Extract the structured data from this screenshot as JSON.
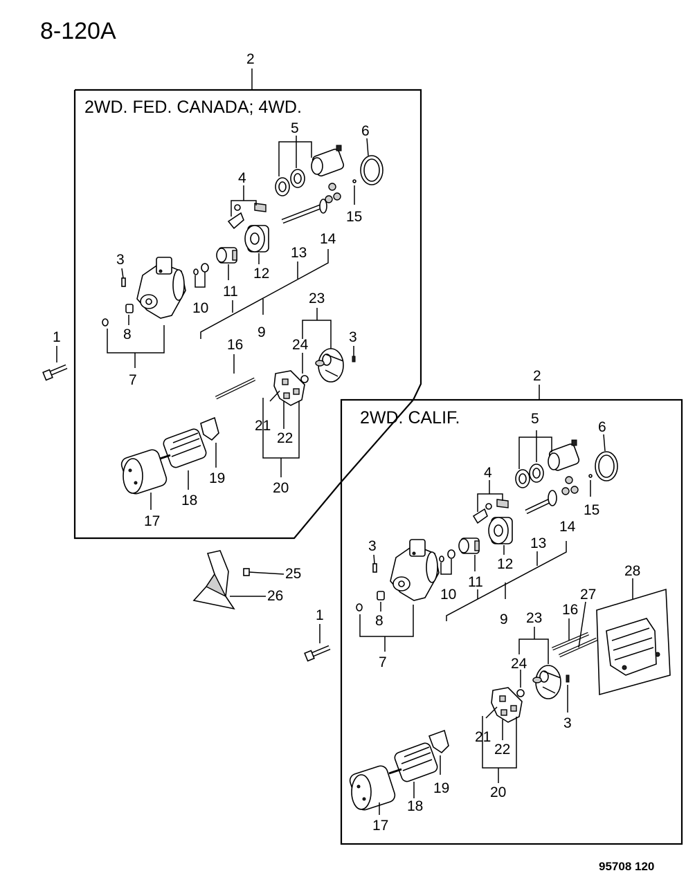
{
  "page_title": "8-120A",
  "reference_code": "95708  120",
  "groups": {
    "top": {
      "header": "2WD.  FED. CANADA;  4WD."
    },
    "bottom": {
      "header": "2WD.  CALIF."
    }
  },
  "callouts": {
    "assembly": "2",
    "assembly_b": "2",
    "bolt": "1",
    "bolt_b": "1",
    "screw": "3",
    "screw_b": "3",
    "screw_c": "3",
    "screw_d": "3",
    "lever_set": "4",
    "lever_set_b": "4",
    "solenoid": "5",
    "solenoid_b": "5",
    "gasket": "6",
    "gasket_b": "6",
    "front_bracket": "7",
    "front_bracket_b": "7",
    "bushing": "8",
    "bushing_b": "8",
    "gear_set": "9",
    "gear_set_b": "9",
    "ring": "10",
    "ring_b": "10",
    "pinion": "11",
    "pinion_b": "11",
    "clutch": "12",
    "clutch_b": "12",
    "shaft": "13",
    "shaft_b": "13",
    "planet_gears": "14",
    "planet_gears_b": "14",
    "ball": "15",
    "ball_b": "15",
    "through_bolt": "16",
    "through_bolt_b": "16",
    "yoke": "17",
    "yoke_b": "17",
    "armature": "18",
    "armature_b": "18",
    "plate": "19",
    "plate_b": "19",
    "brush_holder": "20",
    "brush_holder_b": "20",
    "brush": "21",
    "brush_b": "21",
    "spring": "22",
    "spring_b": "22",
    "rear_bracket": "23",
    "rear_bracket_b": "23",
    "bearing": "24",
    "bearing_b": "24",
    "shield_bolt": "25",
    "heat_shield": "26",
    "through_bolt_c": "27",
    "cover_plate": "28"
  }
}
